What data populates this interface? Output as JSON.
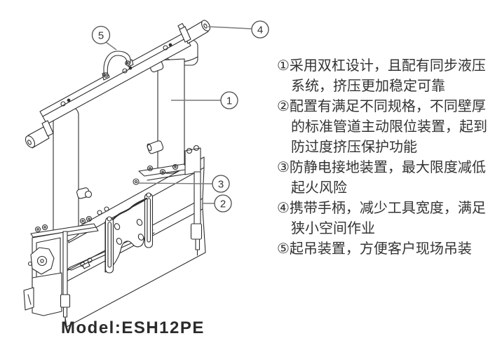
{
  "diagram": {
    "model_label": "Model:ESH12PE",
    "callouts": [
      {
        "id": "1",
        "label": "1"
      },
      {
        "id": "2",
        "label": "2"
      },
      {
        "id": "3",
        "label": "3"
      },
      {
        "id": "4",
        "label": "4"
      },
      {
        "id": "5",
        "label": "5"
      }
    ]
  },
  "features": [
    {
      "num": "①",
      "text": "采用双杠设计，且配有同步液压系统，挤压更加稳定可靠"
    },
    {
      "num": "②",
      "text": "配置有满足不同规格，不同壁厚的标准管道主动限位装置，起到防过度挤压保护功能"
    },
    {
      "num": "③",
      "text": "防静电接地装置，最大限度减低起火风险"
    },
    {
      "num": "④",
      "text": "携带手柄，减少工具宽度，满足狭小空间作业"
    },
    {
      "num": "⑤",
      "text": "起吊装置，方便客户现场吊装"
    }
  ],
  "features_lines": [
    {
      "text": "①采用双杠设计，且配有同步液压"
    },
    {
      "text": "系统，挤压更加稳定可靠"
    },
    {
      "text": "②配置有满足不同规格，不同壁厚"
    },
    {
      "text": "的标准管道主动限位装置，起到"
    },
    {
      "text": "防过度挤压保护功能"
    },
    {
      "text": "③防静电接地装置，最大限度减低"
    },
    {
      "text": "起火风险"
    },
    {
      "text": "④携带手柄，减少工具宽度，满足"
    },
    {
      "text": "狭小空间作业"
    },
    {
      "text": "⑤起吊装置，方便客户现场吊装"
    }
  ]
}
